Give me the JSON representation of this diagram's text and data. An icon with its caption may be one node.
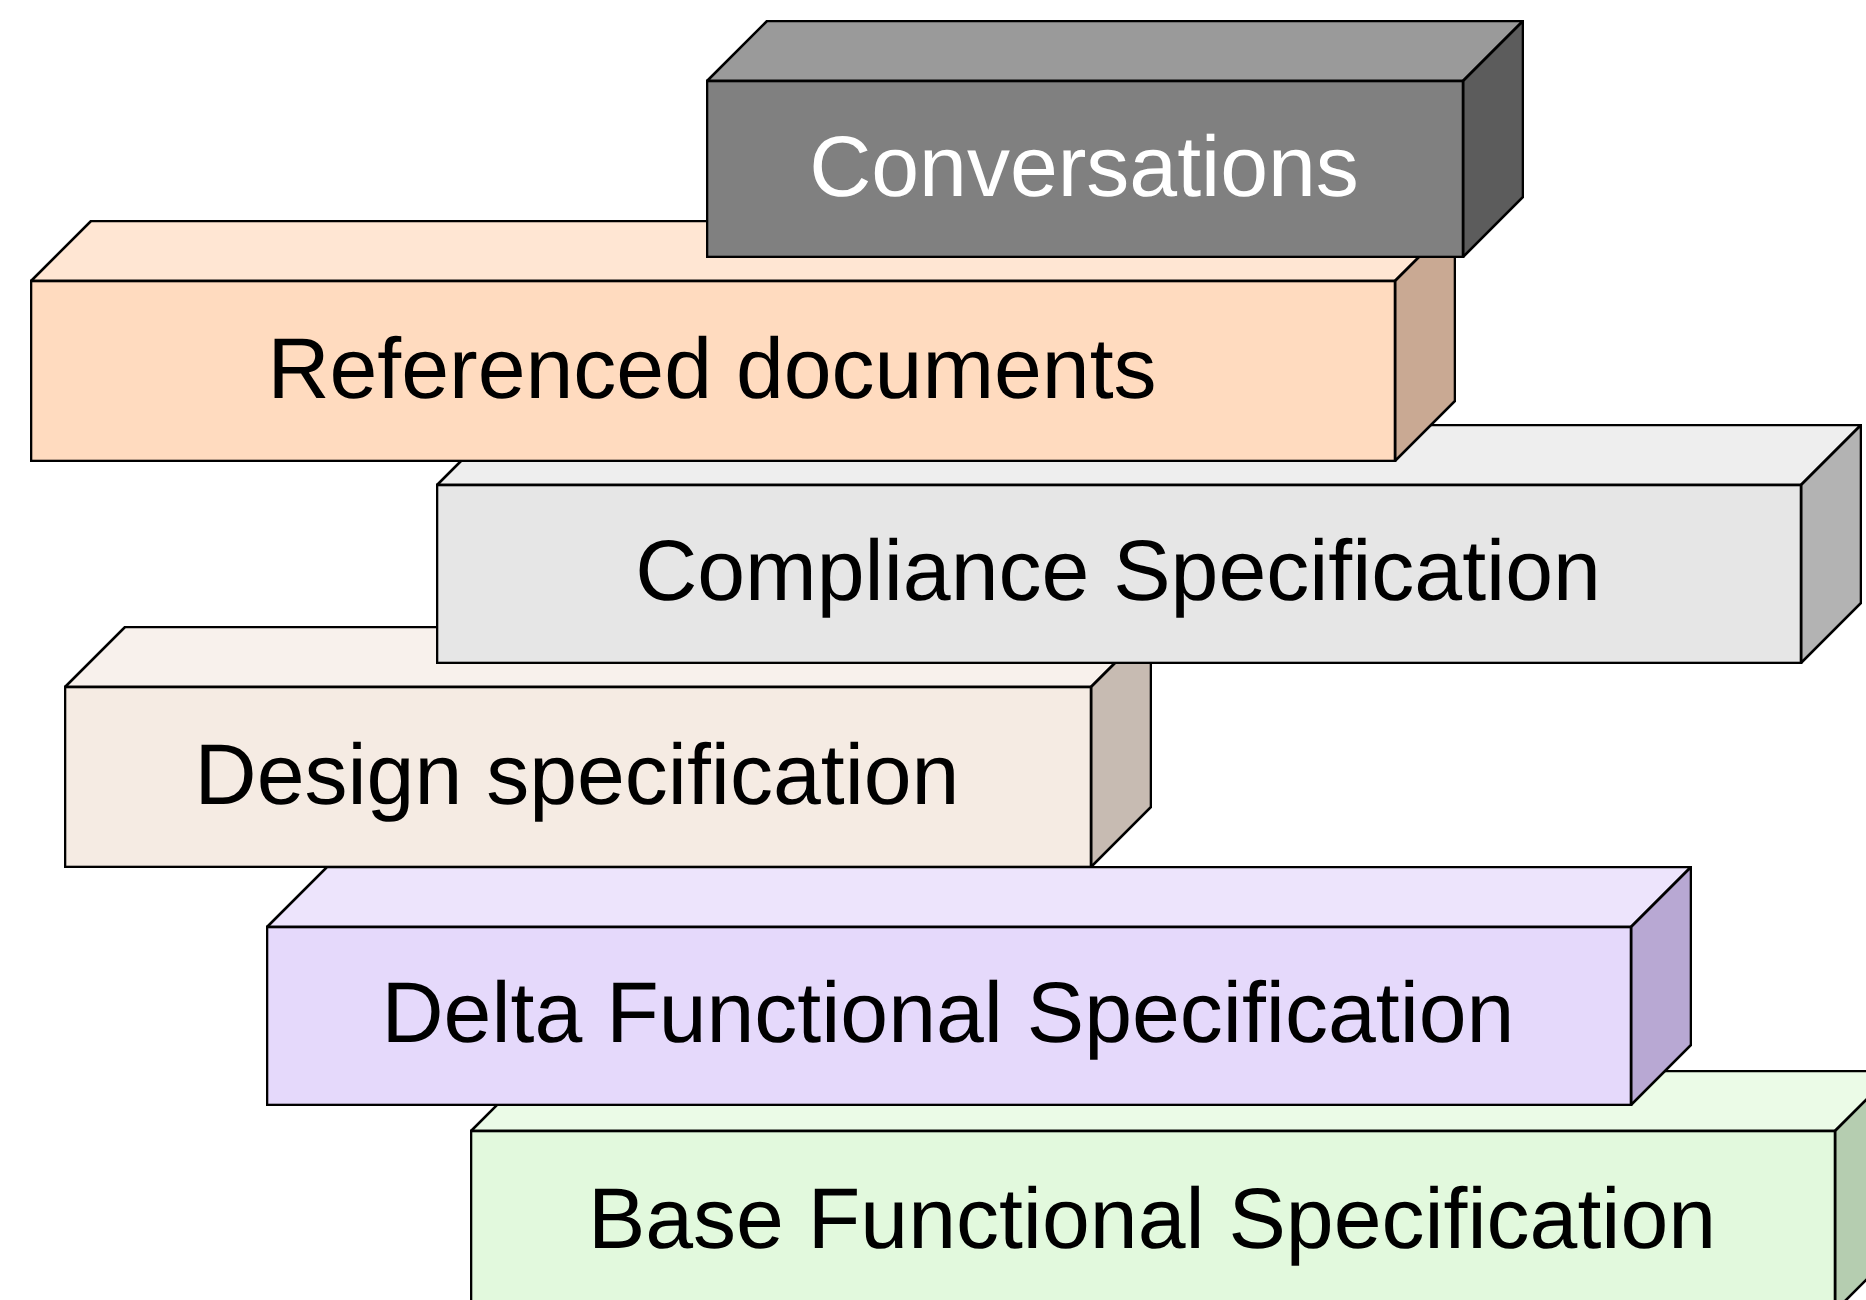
{
  "diagram": {
    "nodes": [
      {
        "text": [
          "Conversations"
        ]
      },
      {
        "text": [
          "Referenced documents"
        ]
      },
      {
        "text": [
          "Compliance Specification"
        ]
      },
      {
        "text": [
          "Design specification"
        ]
      },
      {
        "text": [
          "Delta Functional Specification"
        ]
      },
      {
        "text": [
          "Base Functional Specification"
        ]
      }
    ]
  }
}
